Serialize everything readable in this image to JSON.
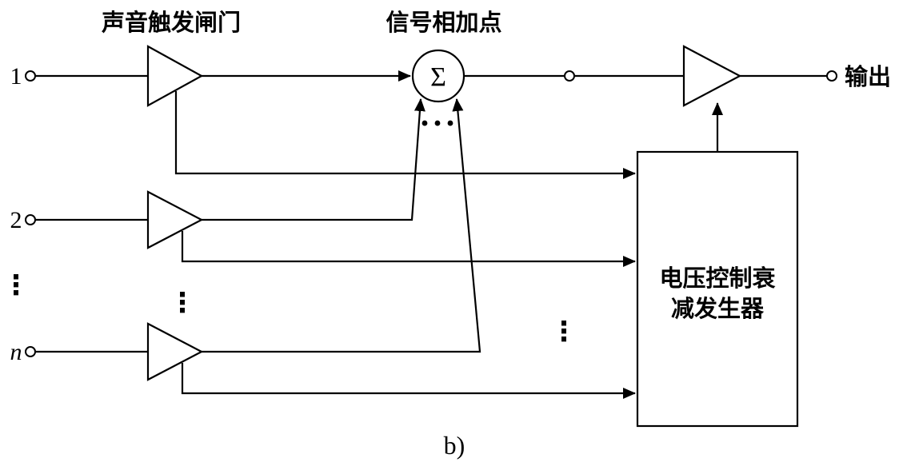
{
  "figure": {
    "caption": "b)",
    "colors": {
      "line": "#000000",
      "background": "#ffffff"
    },
    "labels": {
      "gate": "声音触发闸门",
      "summing_point": "信号相加点",
      "sum_symbol": "Σ",
      "output": "输出",
      "attenuator_line1": "电压控制衰",
      "attenuator_line2": "减发生器"
    },
    "inputs": {
      "first": "1",
      "second": "2",
      "nth": "n"
    },
    "ellipsis": {
      "horizontal": "···",
      "vertical": "⋮"
    }
  }
}
